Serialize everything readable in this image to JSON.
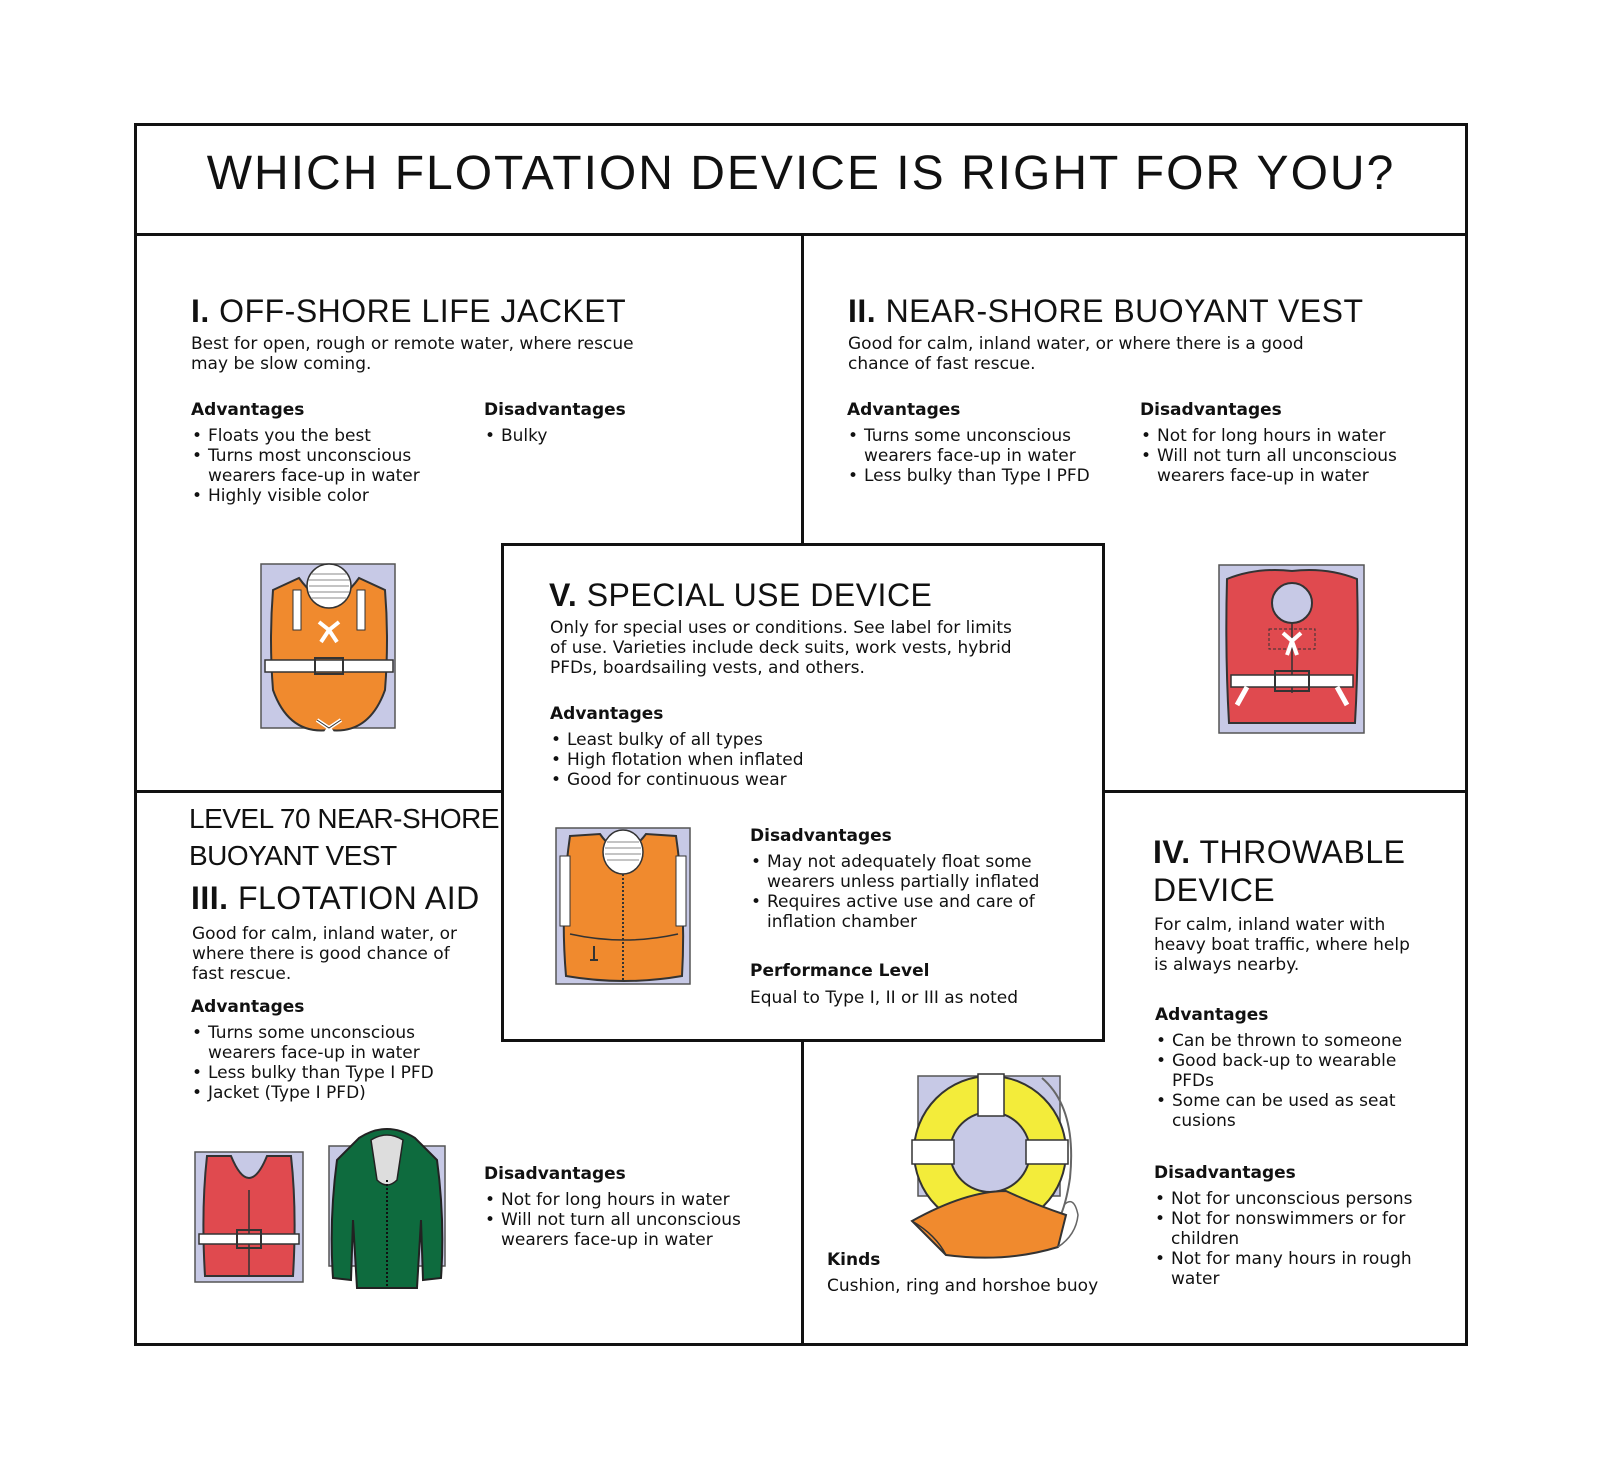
{
  "title": "WHICH FLOTATION DEVICE IS RIGHT FOR YOU?",
  "sections": {
    "type1": {
      "numeral": "I.",
      "name": "OFF-SHORE LIFE JACKET",
      "desc1": "Best for open, rough or remote water, where rescue",
      "desc2": "may be slow coming.",
      "adv_label": "Advantages",
      "adv": [
        "Floats you the best",
        "Turns most unconscious wearers face-up in water",
        "Highly visible color"
      ],
      "dis_label": "Disadvantages",
      "dis": [
        "Bulky"
      ]
    },
    "type2": {
      "numeral": "II.",
      "name": "NEAR-SHORE BUOYANT VEST",
      "desc1": "Good for calm, inland water, or where there is a good",
      "desc2": "chance of fast rescue.",
      "adv_label": "Advantages",
      "adv": [
        "Turns some unconscious wearers face-up in water",
        "Less bulky than Type I PFD"
      ],
      "dis_label": "Disadvantages",
      "dis": [
        "Not for long hours in water",
        "Will not turn all unconscious wearers face-up in water"
      ]
    },
    "type3": {
      "level70_line1": "LEVEL 70 NEAR-SHORE",
      "level70_line2": "BUOYANT VEST",
      "numeral": "III.",
      "name": "FLOTATION AID",
      "desc1": "Good for calm, inland water, or",
      "desc2": "where there is good chance of",
      "desc3": "fast rescue.",
      "adv_label": "Advantages",
      "adv": [
        "Turns some unconscious wearers face-up in water",
        "Less bulky than Type I PFD",
        "Jacket (Type I PFD)"
      ],
      "dis_label": "Disadvantages",
      "dis": [
        "Not for long hours in water",
        "Will not turn all unconscious wearers face-up in water"
      ]
    },
    "type4": {
      "numeral": "IV.",
      "name1": "THROWABLE",
      "name2": "DEVICE",
      "desc1": "For calm, inland water with",
      "desc2": "heavy boat traffic, where help",
      "desc3": "is always nearby.",
      "adv_label": "Advantages",
      "adv": [
        "Can be thrown to someone",
        "Good back-up to wearable PFDs",
        "Some can be used as seat cusions"
      ],
      "dis_label": "Disadvantages",
      "dis": [
        "Not for unconscious persons",
        "Not for nonswimmers or for children",
        "Not for many hours in rough water"
      ],
      "kinds_label": "Kinds",
      "kinds": "Cushion, ring and horshoe buoy"
    },
    "type5": {
      "numeral": "V.",
      "name": "SPECIAL USE DEVICE",
      "desc1": "Only for special uses or conditions. See label for limits",
      "desc2": "of use. Varieties include deck suits, work vests, hybrid",
      "desc3": "PFDs, boardsailing vests, and others.",
      "adv_label": "Advantages",
      "adv": [
        "Least bulky of all types",
        "High flotation when inflated",
        "Good for continuous wear"
      ],
      "dis_label": "Disadvantages",
      "dis": [
        "May not adequately float some wearers unless partially inflated",
        "Requires active use and care of inflation chamber"
      ],
      "perf_label": "Performance Level",
      "perf": "Equal to Type I, II or III as noted"
    }
  },
  "colors": {
    "orange": "#F08A2E",
    "red": "#E04A4F",
    "green": "#0E6B3E",
    "yellow": "#F3EC3A",
    "backdrop": "#C7C9E6"
  },
  "icons": [
    "offshore-life-jacket-icon",
    "buoyant-vest-icon",
    "flotation-aid-vest-icon",
    "flotation-jacket-icon",
    "inflatable-vest-icon",
    "ring-buoy-icon",
    "cushion-icon"
  ]
}
